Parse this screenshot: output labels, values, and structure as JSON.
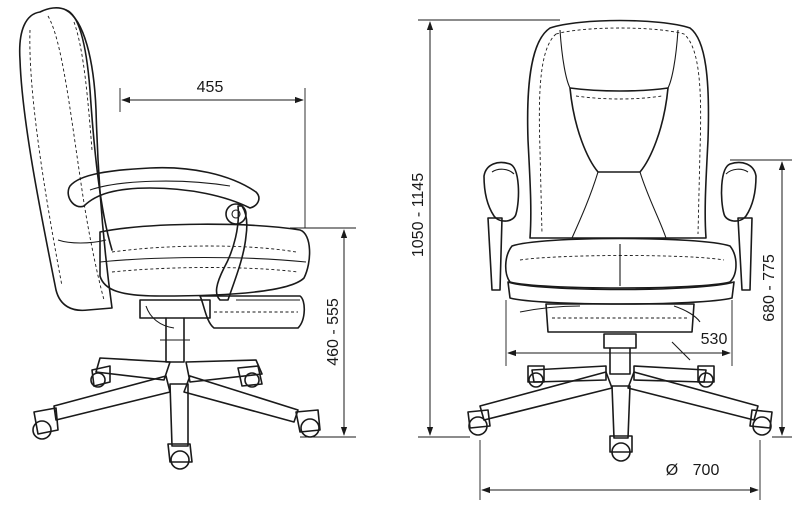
{
  "dimensions": {
    "seat_depth": "455",
    "seat_height": "460 - 555",
    "overall_height": "1050 - 1145",
    "seat_width": "530",
    "armrest_height": "680 - 775",
    "base_diameter_symbol": "Ø",
    "base_diameter": "700"
  },
  "icons": {
    "side_view": "office-chair-side-view",
    "front_view": "office-chair-front-view"
  }
}
